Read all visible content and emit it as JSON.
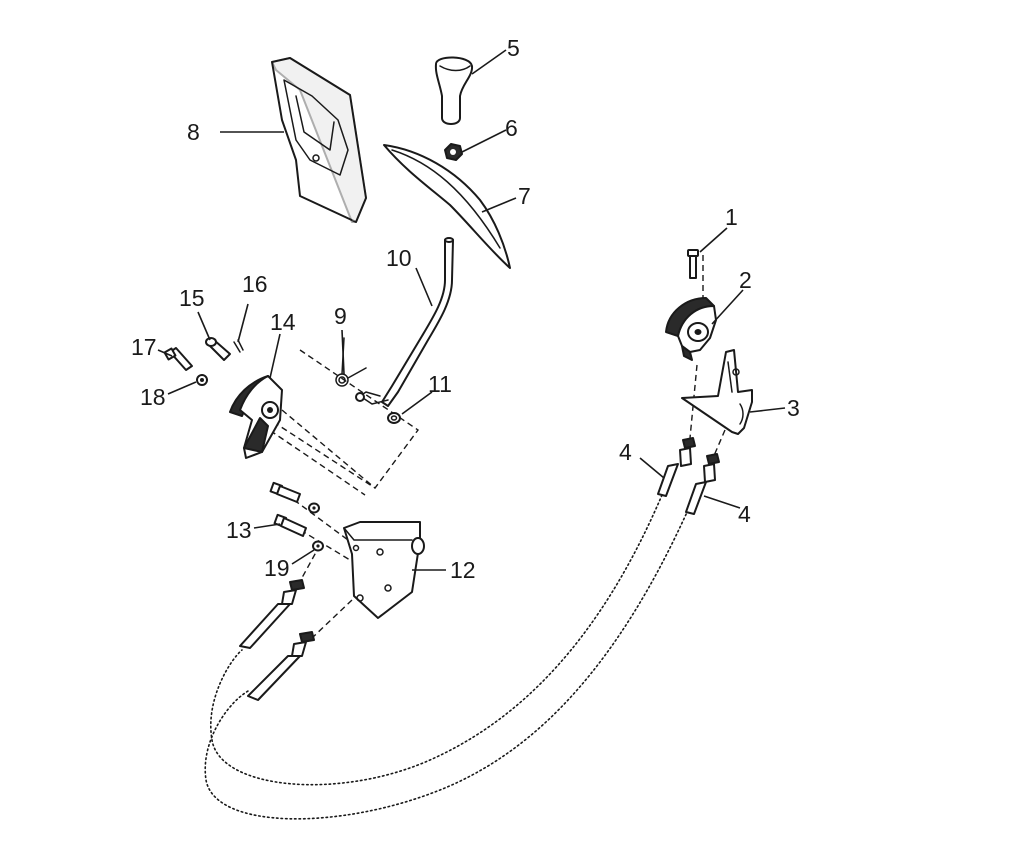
{
  "callouts": [
    {
      "id": "1",
      "text": "1"
    },
    {
      "id": "2",
      "text": "2"
    },
    {
      "id": "3",
      "text": "3"
    },
    {
      "id": "4a",
      "text": "4"
    },
    {
      "id": "4b",
      "text": "4"
    },
    {
      "id": "5",
      "text": "5"
    },
    {
      "id": "6",
      "text": "6"
    },
    {
      "id": "7",
      "text": "7"
    },
    {
      "id": "8",
      "text": "8"
    },
    {
      "id": "9",
      "text": "9"
    },
    {
      "id": "10",
      "text": "10"
    },
    {
      "id": "11",
      "text": "11"
    },
    {
      "id": "12",
      "text": "12"
    },
    {
      "id": "13",
      "text": "13"
    },
    {
      "id": "14",
      "text": "14"
    },
    {
      "id": "15",
      "text": "15"
    },
    {
      "id": "16",
      "text": "16"
    },
    {
      "id": "17",
      "text": "17"
    },
    {
      "id": "18",
      "text": "18"
    },
    {
      "id": "19",
      "text": "19"
    }
  ]
}
